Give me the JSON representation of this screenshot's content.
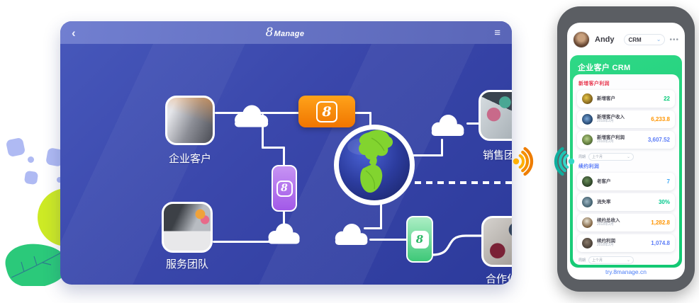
{
  "colors": {
    "tablet_body": "#3a47ab",
    "icon_orange": "#f58300",
    "icon_purple": "#a866e8",
    "icon_green": "#3ec878",
    "crm_green": "#1fc877",
    "section_red": "#e8384f",
    "section_blue": "#5b7cf7",
    "value_green": "#00c875",
    "value_orange": "#ff9500",
    "value_blue": "#5b7cf7",
    "value_cyan": "#3fa9f5",
    "link_blue": "#4a7df7",
    "wave_orange": "#f59000",
    "wave_teal": "#1fc4b4"
  },
  "tablet": {
    "header": {
      "back_icon": "‹",
      "logo_8": "8",
      "logo_word": "Manage",
      "menu_icon": "≡"
    },
    "badge_glyph": "8",
    "diagram": {
      "nodes": [
        {
          "label": "企业客户"
        },
        {
          "label": "销售团队"
        },
        {
          "label": "服务团队"
        },
        {
          "label": "合作伙伴"
        }
      ]
    }
  },
  "phone": {
    "user_name": "Andy",
    "selector": {
      "value": "CRM",
      "chevron": "⌄"
    },
    "more_icon": "•••",
    "card_title": "企业客户 CRM",
    "sections": [
      {
        "title": "新增客户利润",
        "title_color": "#e8384f",
        "rows": [
          {
            "label": "新增客户",
            "sub": "",
            "value": "22",
            "value_color": "#00c875"
          },
          {
            "label": "新增客户收入",
            "sub": "2018年2月",
            "value": "6,233.8",
            "value_color": "#ff9500"
          },
          {
            "label": "新增客户利润",
            "sub": "2018年2月",
            "value": "3,607.52",
            "value_color": "#5b7cf7"
          }
        ],
        "filter": {
          "label": "周期",
          "value": "上个月",
          "chevron": "⌄"
        }
      },
      {
        "title": "续约利润",
        "title_color": "#5b7cf7",
        "rows": [
          {
            "label": "老客户",
            "sub": "",
            "value": "7",
            "value_color": "#3fa9f5"
          },
          {
            "label": "流失率",
            "sub": "",
            "value": "30%",
            "value_color": "#00c88c"
          },
          {
            "label": "续约总收入",
            "sub": "2018年2月",
            "value": "1,282.8",
            "value_color": "#ff9500"
          },
          {
            "label": "续约利润",
            "sub": "2018年2月",
            "value": "1,074.8",
            "value_color": "#5b7cf7"
          }
        ],
        "filter": {
          "label": "周期",
          "value": "上个月",
          "chevron": "⌄"
        }
      }
    ],
    "footer_link": "try.8manage.cn"
  }
}
